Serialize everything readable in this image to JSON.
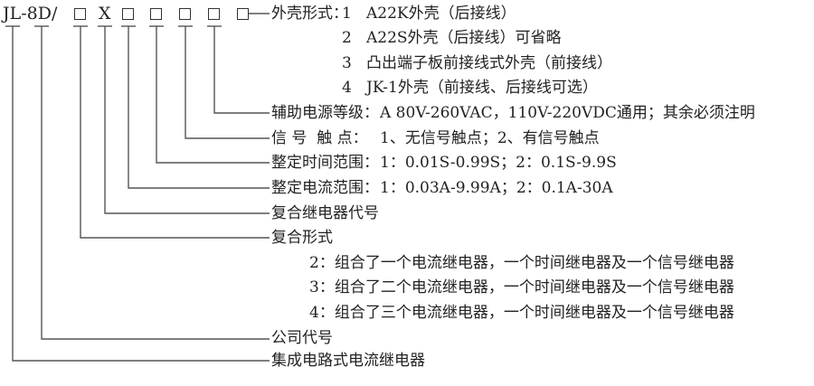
{
  "model_code": {
    "prefix": "JL-8D/",
    "slot_x": "X",
    "boxes": 6
  },
  "fields": {
    "shell": {
      "label": "外壳形式：",
      "options": [
        {
          "no": "1",
          "text": "A22K外壳（后接线）"
        },
        {
          "no": "2",
          "text": "A22S外壳（后接线）可省略"
        },
        {
          "no": "3",
          "text": "凸出端子板前接线式外壳（前接线）"
        },
        {
          "no": "4",
          "text": "JK-1外壳（前接线、后接线可选）"
        }
      ]
    },
    "aux_power": {
      "label": "辅助电源等级：",
      "text": "A 80V-260VAC，110V-220VDC通用；其余必须注明"
    },
    "signal_contact": {
      "label": "信 号  触 点：",
      "text": "1、无信号触点；2、有信号触点"
    },
    "time_range": {
      "label": "整定时间范围：",
      "text": "1：0.01S-0.99S；2：0.1S-9.9S"
    },
    "current_range": {
      "label": "整定电流范围：",
      "text": "1：0.03A-9.99A；2：0.1A-30A"
    },
    "composite_code": {
      "label": "复合继电器代号"
    },
    "composite_form": {
      "label": "复合形式",
      "options": [
        "2：组合了一个电流继电器，一个时间继电器及一个信号继电器",
        "3：组合了二个电流继电器，一个时间继电器及一个信号继电器",
        "4：组合了三个电流继电器，一个时间继电器及一个信号继电器"
      ]
    },
    "company_code": {
      "label": "公司代号"
    },
    "product": {
      "label": "集成电路式电流继电器"
    }
  }
}
